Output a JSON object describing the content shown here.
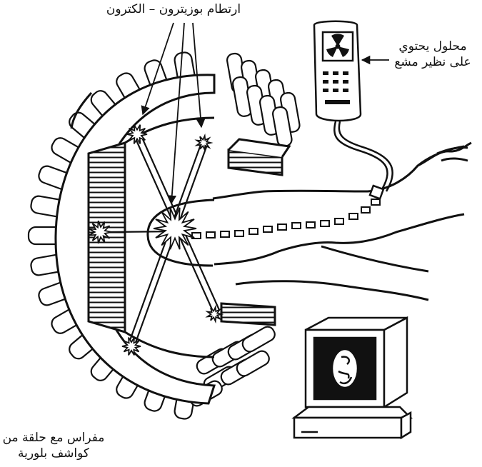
{
  "labels": {
    "annihilation": "ارتطام بوزيترون – الكترون",
    "solution_line1": "محلول يحتوي",
    "solution_line2": "على نظير مشع",
    "detector_line1": "مفراس مع حلقة من",
    "detector_line2": "كواشف بلورية"
  },
  "icons": {
    "radiation": "radiation-trefoil-icon",
    "starburst": "starburst-icon"
  },
  "colors": {
    "ink": "#111111",
    "paper": "#ffffff",
    "screen": "#111111"
  }
}
